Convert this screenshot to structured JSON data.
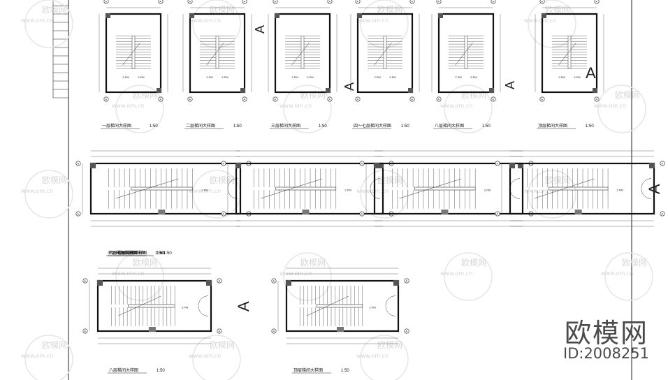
{
  "sheet": {
    "title_block_rows": 11,
    "stair_plans": [
      {
        "label": "一层梯间大样图",
        "scale": "1:50"
      },
      {
        "label": "二层梯间大样图",
        "scale": "1:50"
      },
      {
        "label": "三层梯间大样图",
        "scale": "1:50"
      },
      {
        "label": "四～七层梯间大样图",
        "scale": "1:50"
      },
      {
        "label": "八层梯间大样图",
        "scale": "1:50"
      },
      {
        "label": "顶层梯间大样图",
        "scale": "1:50"
      }
    ],
    "stair_plans_b": [
      {
        "label": "一层梯间大样图",
        "scale": "1:50"
      },
      {
        "label": "二层梯间大样图",
        "scale": "1:50"
      },
      {
        "label": "三层梯间大样图",
        "scale": "1:50"
      },
      {
        "label": "四～七层梯间大样图",
        "scale": "1:50"
      },
      {
        "label": "八层梯间大样图",
        "scale": "1:50"
      },
      {
        "label": "顶层梯间大样图",
        "scale": "1:50"
      }
    ],
    "section_mark": "A",
    "axis_mark": "A"
  },
  "watermark": {
    "brand": "欧模网",
    "url": "www.om.cn",
    "id": "ID:2008251"
  }
}
